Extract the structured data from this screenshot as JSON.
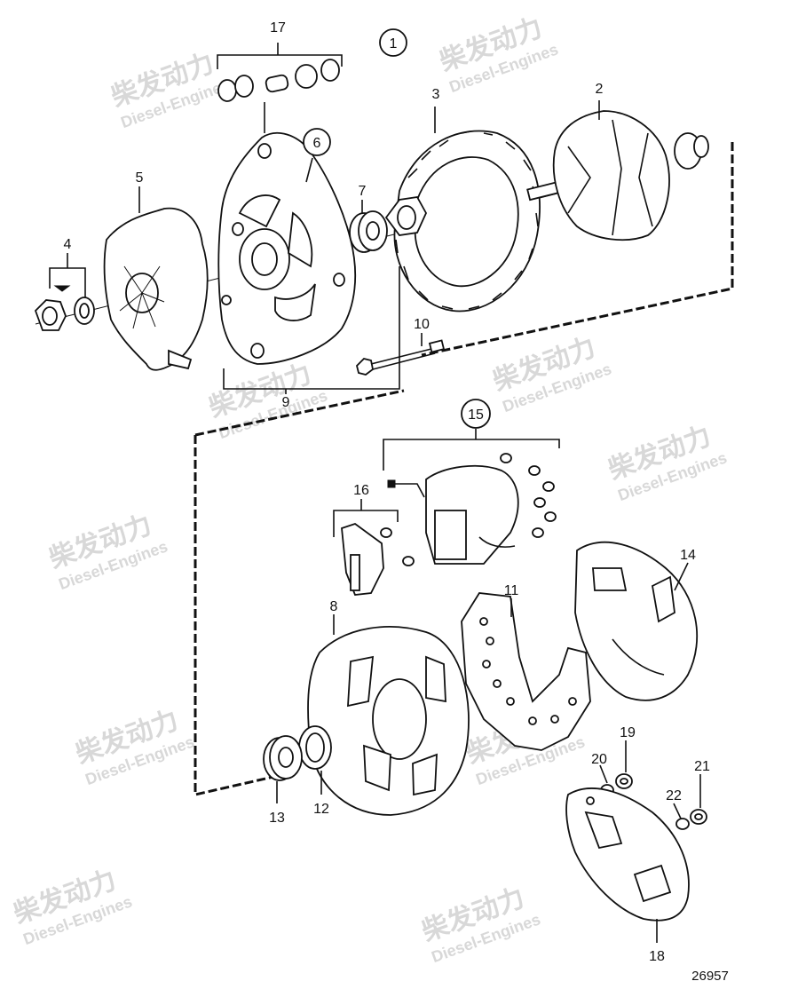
{
  "diagram": {
    "drawing_number": "26957",
    "callouts": [
      {
        "id": "c1",
        "label": "1",
        "circled": true
      },
      {
        "id": "c2",
        "label": "2",
        "circled": false
      },
      {
        "id": "c3",
        "label": "3",
        "circled": false
      },
      {
        "id": "c4",
        "label": "4",
        "circled": false
      },
      {
        "id": "c5",
        "label": "5",
        "circled": false
      },
      {
        "id": "c6",
        "label": "6",
        "circled": true
      },
      {
        "id": "c7",
        "label": "7",
        "circled": false
      },
      {
        "id": "c8",
        "label": "8",
        "circled": false
      },
      {
        "id": "c9",
        "label": "9",
        "circled": false
      },
      {
        "id": "c10",
        "label": "10",
        "circled": false
      },
      {
        "id": "c11",
        "label": "11",
        "circled": false
      },
      {
        "id": "c12",
        "label": "12",
        "circled": false
      },
      {
        "id": "c13",
        "label": "13",
        "circled": false
      },
      {
        "id": "c14",
        "label": "14",
        "circled": false
      },
      {
        "id": "c15",
        "label": "15",
        "circled": true
      },
      {
        "id": "c16",
        "label": "16",
        "circled": false
      },
      {
        "id": "c17",
        "label": "17",
        "circled": false
      },
      {
        "id": "c18",
        "label": "18",
        "circled": false
      },
      {
        "id": "c19",
        "label": "19",
        "circled": false
      },
      {
        "id": "c20",
        "label": "20",
        "circled": false
      },
      {
        "id": "c21",
        "label": "21",
        "circled": false
      },
      {
        "id": "c22",
        "label": "22",
        "circled": false
      }
    ]
  },
  "watermark": {
    "brand_cn": "柴发动力",
    "brand_en": "Diesel-Engines",
    "color": "#d8d8d8"
  }
}
